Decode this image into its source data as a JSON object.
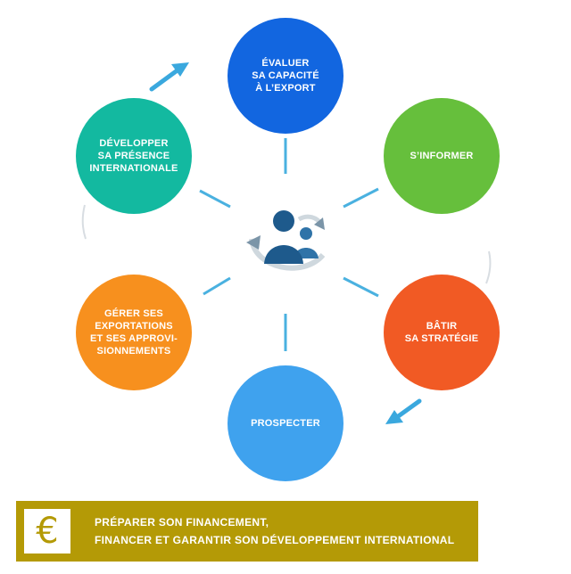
{
  "cycle": {
    "steps": [
      {
        "id": "evaluer",
        "label": "ÉVALUER\nSA CAPACITÉ\nÀ L’EXPORT",
        "color": "#1266e0"
      },
      {
        "id": "sinformer",
        "label": "S’INFORMER",
        "color": "#66bf3c"
      },
      {
        "id": "batir",
        "label": "BÂTIR\nSA STRATÉGIE",
        "color": "#f15a24"
      },
      {
        "id": "prospecter",
        "label": "PROSPECTER",
        "color": "#3fa2ee"
      },
      {
        "id": "gerer",
        "label": "GÉRER SES\nEXPORTATIONS\nET SES APPROVI-\nSIONNEMENTS",
        "color": "#f7901e"
      },
      {
        "id": "developper",
        "label": "DÉVELOPPER\nSA PRÉSENCE\nINTERNATIONALE",
        "color": "#13b9a0"
      }
    ],
    "center_icon": "users-cycle-icon",
    "connector_color": "#4ab1e0",
    "arrow_color": "#3aa8de"
  },
  "banner": {
    "icon": "euro-icon",
    "line1": "PRÉPARER SON FINANCEMENT,",
    "line2": "FINANCER ET GARANTIR SON DÉVELOPPEMENT INTERNATIONAL",
    "background": "#b49a06",
    "icon_color": "#b49a06"
  }
}
